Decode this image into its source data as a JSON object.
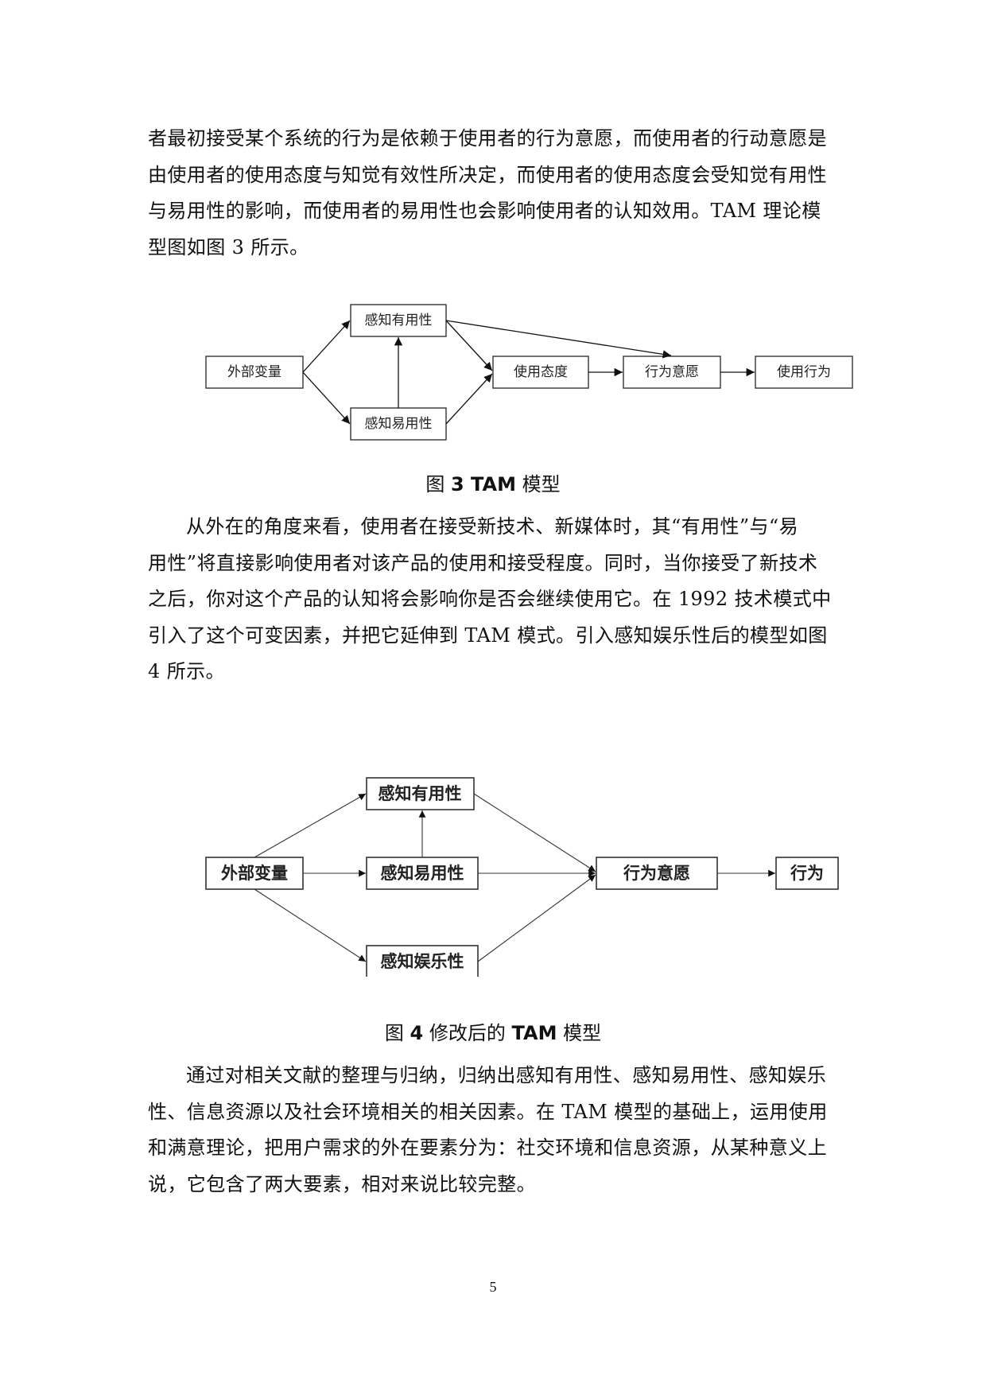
{
  "para1": [
    "者最初接受某个系统的行为是依赖于使用者的行为意愿，而使用者的行动意愿是",
    "由使用者的使用态度与知觉有效性所决定，而使用者的使用态度会受知觉有用性",
    "与易用性的影响，而使用者的易用性也会影响使用者的认知效用。TAM  理论模",
    "型图如图 3 所示。"
  ],
  "figure3": {
    "nodes": {
      "external": "外部变量",
      "usefulness": "感知有用性",
      "ease": "感知易用性",
      "attitude": "使用态度",
      "intention": "行为意愿",
      "behavior": "使用行为"
    },
    "caption_prefix": "图 ",
    "caption_bold": "3 TAM",
    "caption_suffix": " 模型"
  },
  "para2": [
    "从外在的角度来看，使用者在接受新技术、新媒体时，其“有用性”与“易",
    "用性”将直接影响使用者对该产品的使用和接受程度。同时，当你接受了新技术",
    "之后，你对这个产品的认知将会影响你是否会继续使用它。在 1992 技术模式中",
    "引入了这个可变因素，并把它延伸到  TAM 模式。引入感知娱乐性后的模型如图",
    "4 所示。"
  ],
  "figure4": {
    "nodes": {
      "external": "外部变量",
      "usefulness": "感知有用性",
      "ease": "感知易用性",
      "enjoyment": "感知娱乐性",
      "intention": "行为意愿",
      "behavior": "行为"
    },
    "caption_prefix": "图 ",
    "caption_bold": "4",
    "caption_mid": " 修改后的 ",
    "caption_bold2": "TAM",
    "caption_suffix": " 模型"
  },
  "para3": [
    "通过对相关文献的整理与归纳，归纳出感知有用性、感知易用性、感知娱乐",
    "性、信息资源以及社会环境相关的相关因素。在  TAM 模型的基础上，运用使用",
    "和满意理论，把用户需求的外在要素分为：社交环境和信息资源，从某种意义上",
    "说，它包含了两大要素，相对来说比较完整。"
  ],
  "page_number": "5"
}
